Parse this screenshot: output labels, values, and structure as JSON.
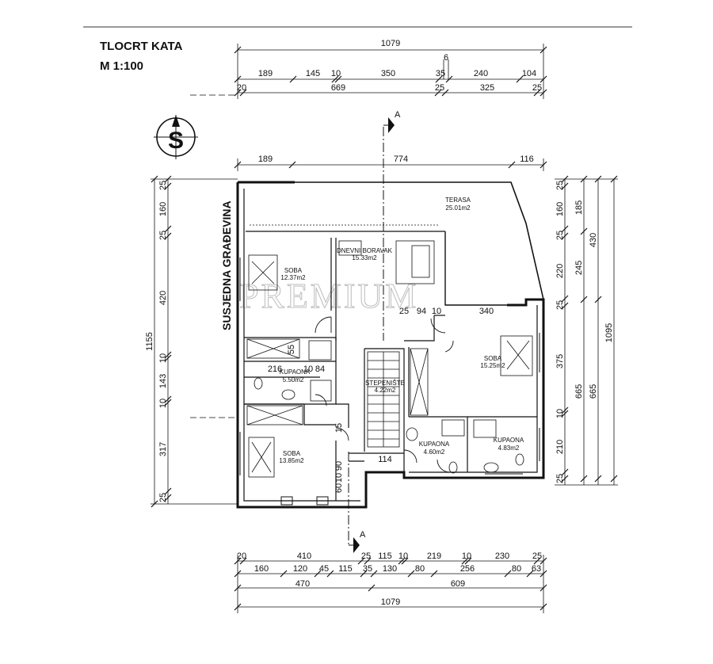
{
  "header": {
    "title": "TLOCRT KATA",
    "scale": "M 1:100"
  },
  "compass": {
    "letter": "S",
    "icon": "compass-south-icon"
  },
  "neighbor_label": "SUSJEDNA GRAĐEVINA",
  "watermark": "PREMIUM",
  "section_marks": {
    "top": "A",
    "bottom": "A"
  },
  "rooms": {
    "terasa": {
      "name": "TERASA",
      "area": "25.01m2"
    },
    "dnevni": {
      "name": "DNEVNI BORAVAK",
      "area": "15.33m2"
    },
    "soba1": {
      "name": "SOBA",
      "area": "12.37m2"
    },
    "soba2": {
      "name": "SOBA",
      "area": "15.25m2"
    },
    "soba3": {
      "name": "SOBA",
      "area": "13.85m2"
    },
    "kupaona1": {
      "name": "KUPAONA",
      "area": "5.50m2"
    },
    "stube": {
      "name": "STEPENIŠTE",
      "area": "4.22m2"
    },
    "kupaona2": {
      "name": "KUPAONA",
      "area": "4.60m2"
    },
    "kupaona3": {
      "name": "KUPAONA",
      "area": "4.83m2"
    }
  },
  "dims": {
    "top_total": "1079",
    "top_tick": "6",
    "top_r1": [
      "189",
      "145",
      "10",
      "350",
      "35",
      "240",
      "104"
    ],
    "top_r2": [
      "20",
      "669",
      "25",
      "325",
      "25"
    ],
    "top_r3": [
      "189",
      "774",
      "116"
    ],
    "left_total": "1155",
    "left_r": [
      "25",
      "160",
      "25",
      "420",
      "10",
      "143",
      "10",
      "317",
      "25"
    ],
    "right_r1": [
      "25",
      "160",
      "25",
      "220",
      "25",
      "375",
      "10",
      "210",
      "25"
    ],
    "right_r2": [
      "185",
      "245",
      "665"
    ],
    "right_r3": [
      "430",
      "665"
    ],
    "right_total": "1095",
    "bottom_r1": [
      "20",
      "410",
      "25",
      "115",
      "10",
      "219",
      "10",
      "230",
      "25"
    ],
    "bottom_r2": [
      "160",
      "120",
      "45",
      "115",
      "35",
      "130",
      "80",
      "256",
      "80",
      "63"
    ],
    "bottom_r3": [
      "470",
      "609"
    ],
    "bottom_total": "1079",
    "interior": [
      "25",
      "94",
      "10",
      "340",
      "216",
      "10",
      "84",
      "55",
      "15",
      "90",
      "10",
      "114",
      "60"
    ]
  }
}
